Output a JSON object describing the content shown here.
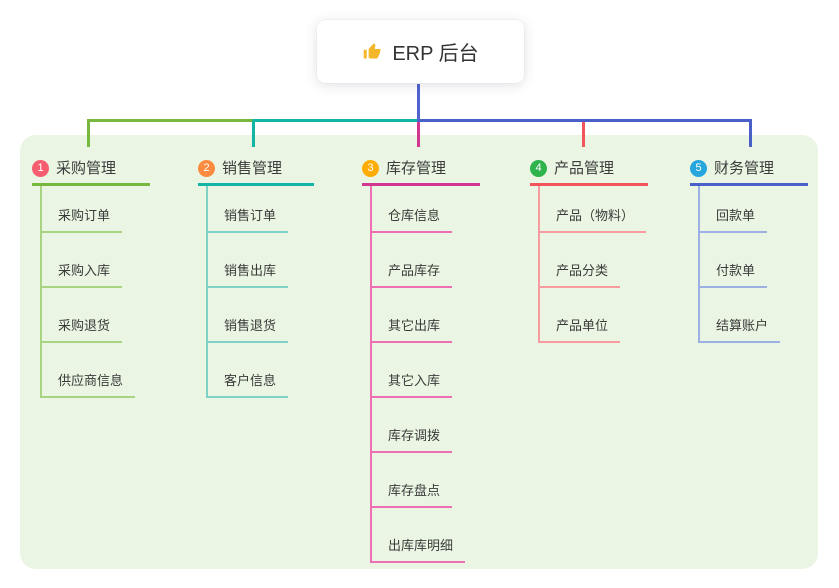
{
  "root": {
    "label": "ERP 后台",
    "icon": "thumbs-up-icon"
  },
  "colors": {
    "page_bg": "#ffffff",
    "panel_bg": "#eaf6e3",
    "text": "#3a3a3a",
    "root_connector": "#5163cf",
    "thumbs_up_yellow": "#f4b62a"
  },
  "branches": [
    {
      "badge": "1",
      "badge_color": "#f65e70",
      "label": "采购管理",
      "line_color": "#79b83f",
      "child_line_color": "#a9d583",
      "children": [
        "采购订单",
        "采购入库",
        "采购退货",
        "供应商信息"
      ]
    },
    {
      "badge": "2",
      "badge_color": "#fb8b3e",
      "label": "销售管理",
      "line_color": "#12b5a4",
      "child_line_color": "#7fd2c7",
      "children": [
        "销售订单",
        "销售出库",
        "销售退货",
        "客户信息"
      ]
    },
    {
      "badge": "3",
      "badge_color": "#ffad05",
      "label": "库存管理",
      "line_color": "#d23690",
      "child_line_color": "#ef6fb4",
      "children": [
        "仓库信息",
        "产品库存",
        "其它出库",
        "其它入库",
        "库存调拨",
        "库存盘点",
        "出库库明细"
      ]
    },
    {
      "badge": "4",
      "badge_color": "#2fb34c",
      "label": "产品管理",
      "line_color": "#f2545c",
      "child_line_color": "#f89ba1",
      "children": [
        "产品（物料）",
        "产品分类",
        "产品单位"
      ]
    },
    {
      "badge": "5",
      "badge_color": "#27a6dd",
      "label": "财务管理",
      "line_color": "#4a5fc8",
      "child_line_color": "#9cb0e4",
      "children": [
        "回款单",
        "付款单",
        "结算账户"
      ]
    }
  ]
}
